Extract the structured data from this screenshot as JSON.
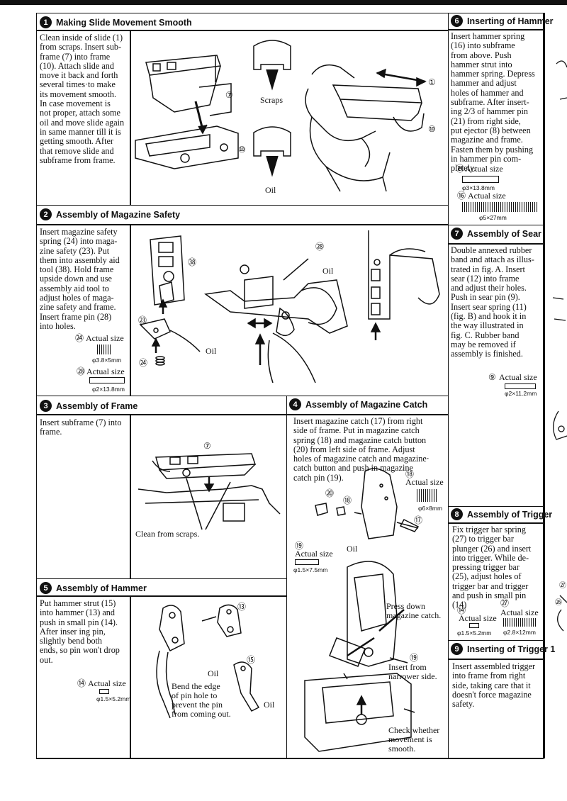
{
  "sections": {
    "s1": {
      "number": "1",
      "title": "Making Slide Movement Smooth",
      "body": "Clean inside of slide (1)\nfrom scraps. Insert sub-\nframe (7) into frame\n(10). Attach slide and\nmove it back and forth\nseveral times·to make\nits movement smooth.\nIn case movement is\nnot proper, attach some\noil and move slide again\nin same manner till it is\ngetting smooth. After\nthat remove slide and\nsubframe from frame.",
      "label_scraps": "Scraps",
      "label_oil": "Oil",
      "ref_1": "①",
      "ref_7": "⑦",
      "ref_10": "⑩",
      "ref_10b": "⑩"
    },
    "s2": {
      "number": "2",
      "title": "Assembly of Magazine Safety",
      "body": "Insert magazine safety\nspring (24) into maga-\nzine safety (23). Put\nthem into assembly aid\ntool (38). Hold frame\nupside down and use\nassembly aid tool to\nadjust holes of maga-\nzine safety and frame.\nInsert frame pin (28)\ninto holes.",
      "ref_24": "㉔",
      "actual_size_1": "Actual size",
      "dim_24": "φ3.8×5mm",
      "ref_28": "㉘",
      "actual_size_2": "Actual size",
      "dim_28": "φ2×13.8mm",
      "label_oil_1": "Oil",
      "label_oil_2": "Oil",
      "ref_38": "㊳",
      "ref_23": "㉓",
      "ref_24b": "㉔",
      "ref_28b": "㉘"
    },
    "s3": {
      "number": "3",
      "title": "Assembly of Frame",
      "body": "Insert subframe (7) into\nframe.",
      "label_clean": "Clean from scraps.",
      "ref_7": "⑦"
    },
    "s4": {
      "number": "4",
      "title": "Assembly of Magazine Catch",
      "body": "Insert magazine catch (17) from right\nside of frame. Put in magazine catch\nspring (18) and magazine catch button\n(20) from left side of frame. Adjust\nholes of magazine catch and magazine·\ncatch button and push in magazine\ncatch pin (19).",
      "ref_18": "⑱",
      "actual_size_18": "Actual size",
      "dim_18": "φ6×8mm",
      "ref_19": "⑲",
      "actual_size_19": "Actual size",
      "dim_19": "φ1.5×7.5mm",
      "label_oil": "Oil",
      "ref_20": "⑳",
      "ref_18b": "⑱",
      "ref_17": "⑰",
      "ref_19b": "⑲",
      "label_press": "Press down\nmagazine catch.",
      "label_insert": "Insert from\nnarrower side.",
      "label_check": "Check whether\nmovement is\nsmooth."
    },
    "s5": {
      "number": "5",
      "title": "Assembly of Hammer",
      "body": "Put hammer strut (15)\ninto hammer (13) and\npush in small pin (14).\nAfter inser  ing pin,\nslightly bend both\nends, so pin won't drop\nout.",
      "ref_14": "⑭",
      "actual_size": "Actual size",
      "dim_14": "φ1.5×5.2mm",
      "label_oil_1": "Oil",
      "label_oil_2": "Oil",
      "label_bend": "Bend the edge\nof pin hole to\nprevent the pin\nfrom coming out.",
      "ref_13": "⑬",
      "ref_15": "⑮"
    },
    "s6": {
      "number": "6",
      "title": "Inserting of Hammer",
      "body": "Insert hammer spring\n(16) into subframe\nfrom above. Push\nhammer strut into\nhammer spring. Depress\nhammer and adjust\nholes of hammer and\nsubframe. After insert-\ning 2/3 of hammer pin\n(21) from right side,\nput ejector (8) between\nmagazine and frame.\nFasten them by pushing\nin hammer pin com-\npletely.",
      "ref_21": "㉑",
      "actual_size_21": "Actual size",
      "dim_21": "φ3×13.8mm",
      "ref_16": "⑯",
      "actual_size_16": "Actual size",
      "dim_16": "φ5×27mm"
    },
    "s7": {
      "number": "7",
      "title": "Assembly of Sear",
      "body": "Double annexed rubber\nband and attach as illus-\ntrated in fig. A. Insert\nsear (12) into frame\nand adjust their holes.\nPush in sear pin (9).\nInsert sear spring (11)\n(fig. B) and hook it in\nthe way illustrated in\nfig. C. Rubber band\nmay be removed if\nassembly is finished.",
      "ref_9": "⑨",
      "actual_size": "Actual size",
      "dim_9": "φ2×11.2mm"
    },
    "s8": {
      "number": "8",
      "title": "Assembly of Trigger",
      "body": "Fix trigger bar spring\n(27) to trigger bar\nplunger (26) and insert\ninto trigger. While de-\npressing trigger bar\n(25), adjust holes of\ntrigger bar and trigger\nand push in small pin\n(14)",
      "ref_14": "⑭",
      "actual_size_14": "Actual size",
      "dim_14": "φ1.5×5.2mm",
      "ref_27": "㉗",
      "actual_size_27": "Actual size",
      "dim_27": "φ2.8×12mm"
    },
    "s9": {
      "number": "9",
      "title": "Inserting of Trigger 1",
      "body": "Insert assembled trigger\ninto frame from right\nside, taking care that it\ndoesn't force magazine\nsafety."
    }
  },
  "margin_refs": {
    "r27": "㉗",
    "r26": "㉖"
  }
}
